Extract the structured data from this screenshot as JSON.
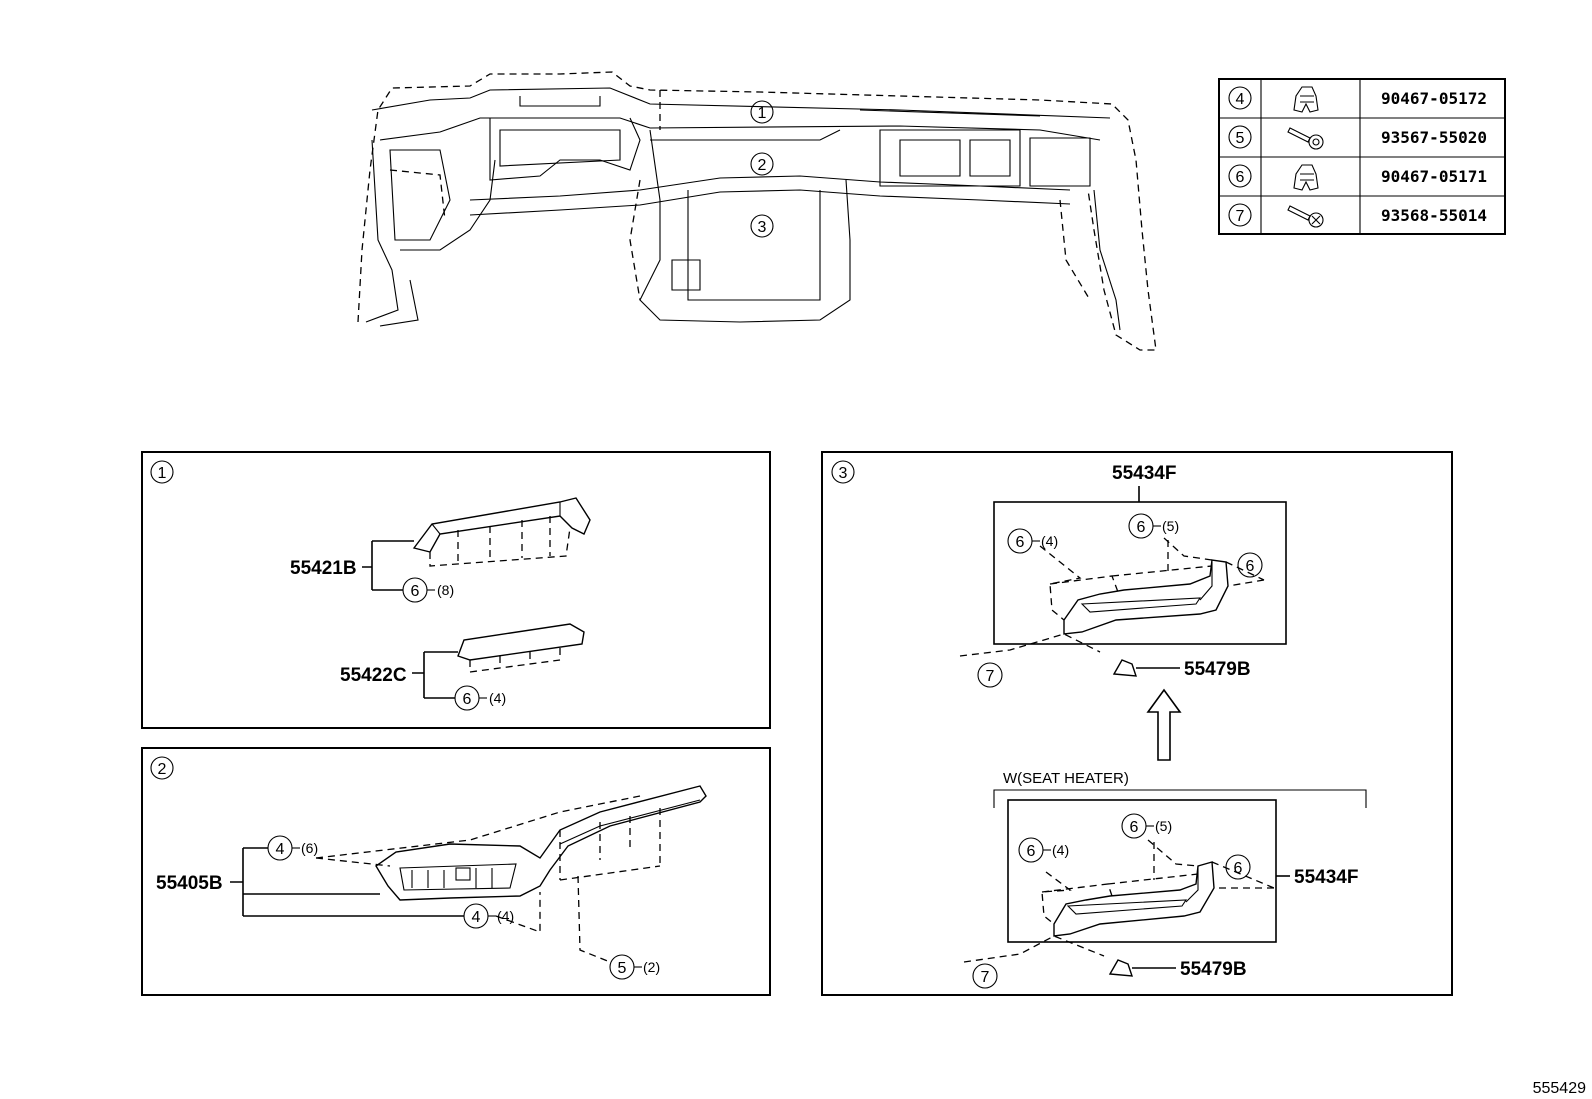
{
  "diagram_id": "555429",
  "overview": {
    "callouts": [
      "1",
      "2",
      "3"
    ]
  },
  "fastener_table": [
    {
      "ref": "4",
      "icon": "clip-icon",
      "part": "90467-05172"
    },
    {
      "ref": "5",
      "icon": "screw-icon",
      "part": "93567-55020"
    },
    {
      "ref": "6",
      "icon": "clip-icon",
      "part": "90467-05171"
    },
    {
      "ref": "7",
      "icon": "screw-icon",
      "part": "93568-55014"
    }
  ],
  "panel1": {
    "ref": "1",
    "part_a": "55421B",
    "part_a_fastener": "6",
    "part_a_qty": "(8)",
    "part_b": "55422C",
    "part_b_fastener": "6",
    "part_b_qty": "(4)"
  },
  "panel2": {
    "ref": "2",
    "part": "55405B",
    "fastener_top": "4",
    "fastener_top_qty": "(6)",
    "fastener_mid": "4",
    "fastener_mid_qty": "(4)",
    "fastener_bot": "5",
    "fastener_bot_qty": "(2)"
  },
  "panel3": {
    "ref": "3",
    "top_part": "55434F",
    "top_f1": "6",
    "top_f1_qty": "(4)",
    "top_f2": "6",
    "top_f2_qty": "(5)",
    "top_f3": "6",
    "top_screw": "7",
    "top_cap": "55479B",
    "variant_label": "W(SEAT HEATER)",
    "bot_part": "55434F",
    "bot_f1": "6",
    "bot_f1_qty": "(4)",
    "bot_f2": "6",
    "bot_f2_qty": "(5)",
    "bot_f3": "6",
    "bot_screw": "7",
    "bot_cap": "55479B"
  }
}
